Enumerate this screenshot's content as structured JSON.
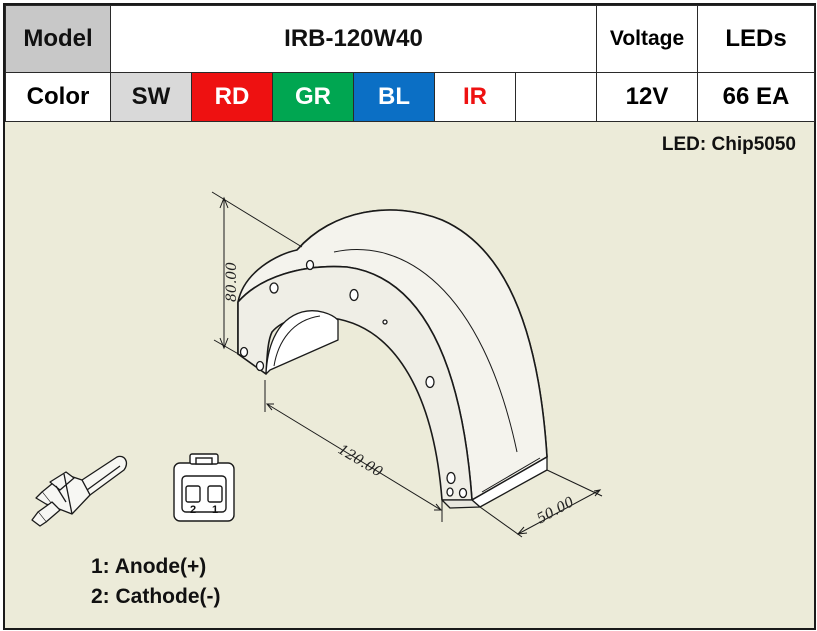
{
  "header": {
    "model_label": "Model",
    "model_value": "IRB-120W40",
    "voltage_label": "Voltage",
    "leds_label": "LEDs",
    "color_label": "Color",
    "colors": [
      {
        "label": "SW",
        "color": "#d9d9d9"
      },
      {
        "label": "RD",
        "color": "#ee1111"
      },
      {
        "label": "GR",
        "color": "#00a651"
      },
      {
        "label": "BL",
        "color": "#0b6fc5"
      },
      {
        "label": "IR",
        "color": "#ee1111"
      },
      {
        "label": "",
        "color": "#ffffff"
      }
    ],
    "voltage_value": "12V",
    "leds_value": "66 EA"
  },
  "led_type": "LED: Chip5050",
  "dimensions": {
    "height": "80.00",
    "length": "120.00",
    "width": "50.00"
  },
  "connector": {
    "pin_labels": [
      "2",
      "1"
    ],
    "pins": [
      "1: Anode(+)",
      "2: Cathode(-)"
    ]
  }
}
